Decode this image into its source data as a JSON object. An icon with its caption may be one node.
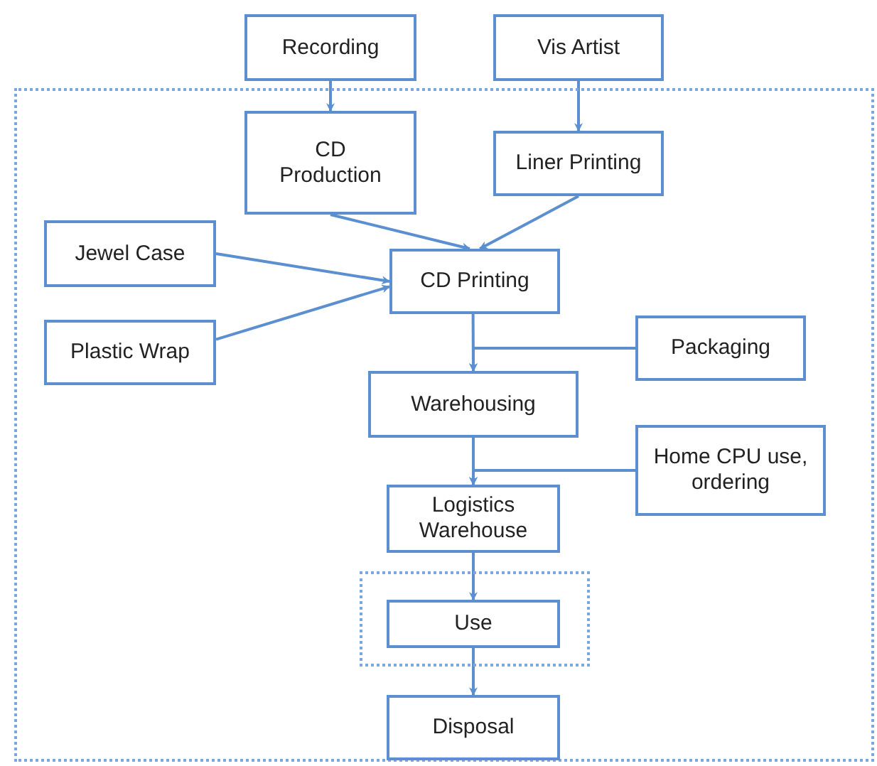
{
  "diagram": {
    "nodes": [
      {
        "text": [
          "Recording"
        ]
      },
      {
        "text": [
          "Vis Artist"
        ]
      },
      {
        "text": [],
        "shape": "box"
      },
      {
        "text": [
          "CD Production"
        ],
        "in": 2
      },
      {
        "text": [
          "Liner Printing"
        ],
        "in": 2
      },
      {
        "text": [
          "Jewel Case"
        ],
        "in": 2
      },
      {
        "text": [
          "CD Printing"
        ],
        "in": 2
      },
      {
        "text": [
          "Plastic Wrap"
        ],
        "in": 2
      },
      {
        "text": [
          "Packaging"
        ],
        "in": 2
      },
      {
        "text": [
          "Warehousing"
        ],
        "in": 2
      },
      {
        "text": [
          "Home CPU use, ordering"
        ],
        "in": 2
      },
      {
        "text": [
          "Logistics Warehouse"
        ],
        "in": 2
      },
      {
        "text": [],
        "shape": "box",
        "in": 2
      },
      {
        "text": [
          "Use"
        ],
        "in": 12
      },
      {
        "text": [
          "Disposal"
        ],
        "in": 2
      }
    ],
    "edges": [
      {
        "from": 0,
        "to": 3,
        "arrow": "to"
      },
      {
        "from": 1,
        "to": 4,
        "arrow": "to"
      },
      {
        "from": 3,
        "to": 6,
        "arrow": "to"
      },
      {
        "from": 4,
        "to": 6,
        "arrow": "to"
      },
      {
        "from": 5,
        "to": 6,
        "arrow": "to"
      },
      {
        "from": 7,
        "to": 6,
        "arrow": "to"
      },
      {
        "from": 6,
        "to": 9,
        "arrow": "to"
      },
      {
        "from": 8,
        "to": 9,
        "arrow": "to"
      },
      {
        "from": 9,
        "to": 11,
        "arrow": "to"
      },
      {
        "from": 10,
        "to": 11,
        "arrow": "to"
      },
      {
        "from": 11,
        "to": 13,
        "arrow": "to"
      },
      {
        "from": 13,
        "to": 14,
        "arrow": "to"
      }
    ]
  }
}
